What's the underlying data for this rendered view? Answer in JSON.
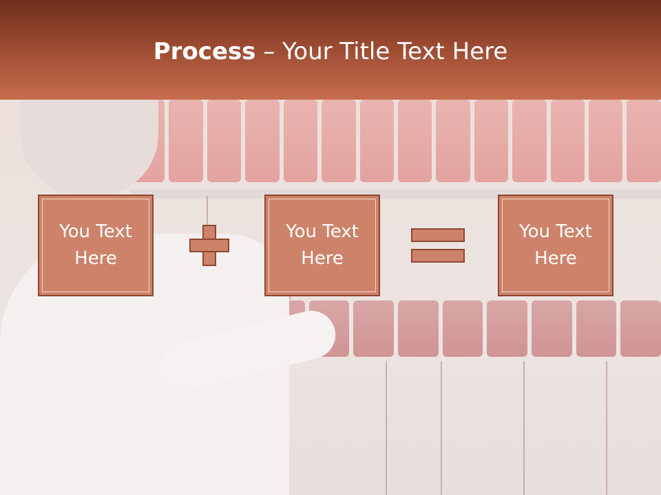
{
  "slide": {
    "title_bold": "Process",
    "title_rest": " – Your Title Text Here",
    "boxes": [
      {
        "text": "You Text\nHere"
      },
      {
        "text": "You Text\nHere"
      },
      {
        "text": "You Text\nHere"
      }
    ],
    "operators": [
      "plus-icon",
      "equals-icon"
    ],
    "colors": {
      "header_dark": "#6e2e1a",
      "header_light": "#c76d4f",
      "box_fill": "#cd836a",
      "box_border": "#8f4631",
      "text": "#ffffff"
    }
  }
}
